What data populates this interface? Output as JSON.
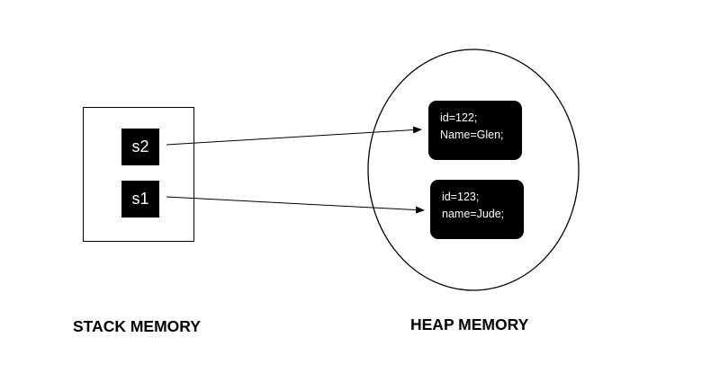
{
  "stack": {
    "label": "STACK MEMORY",
    "variables": [
      {
        "id": "s2",
        "label": "s2"
      },
      {
        "id": "s1",
        "label": "s1"
      }
    ]
  },
  "heap": {
    "label": "HEAP MEMORY",
    "objects": [
      {
        "id": "obj-122",
        "lines": [
          "id=122;",
          "Name=Glen;"
        ]
      },
      {
        "id": "obj-123",
        "lines": [
          "id=123;",
          "name=Jude;"
        ]
      }
    ]
  },
  "references": [
    {
      "from": "s2",
      "to": "obj-122"
    },
    {
      "from": "s1",
      "to": "obj-123"
    }
  ],
  "colors": {
    "box_fill": "#000000",
    "box_text": "#ffffff",
    "line": "#000000",
    "background": "#ffffff"
  }
}
